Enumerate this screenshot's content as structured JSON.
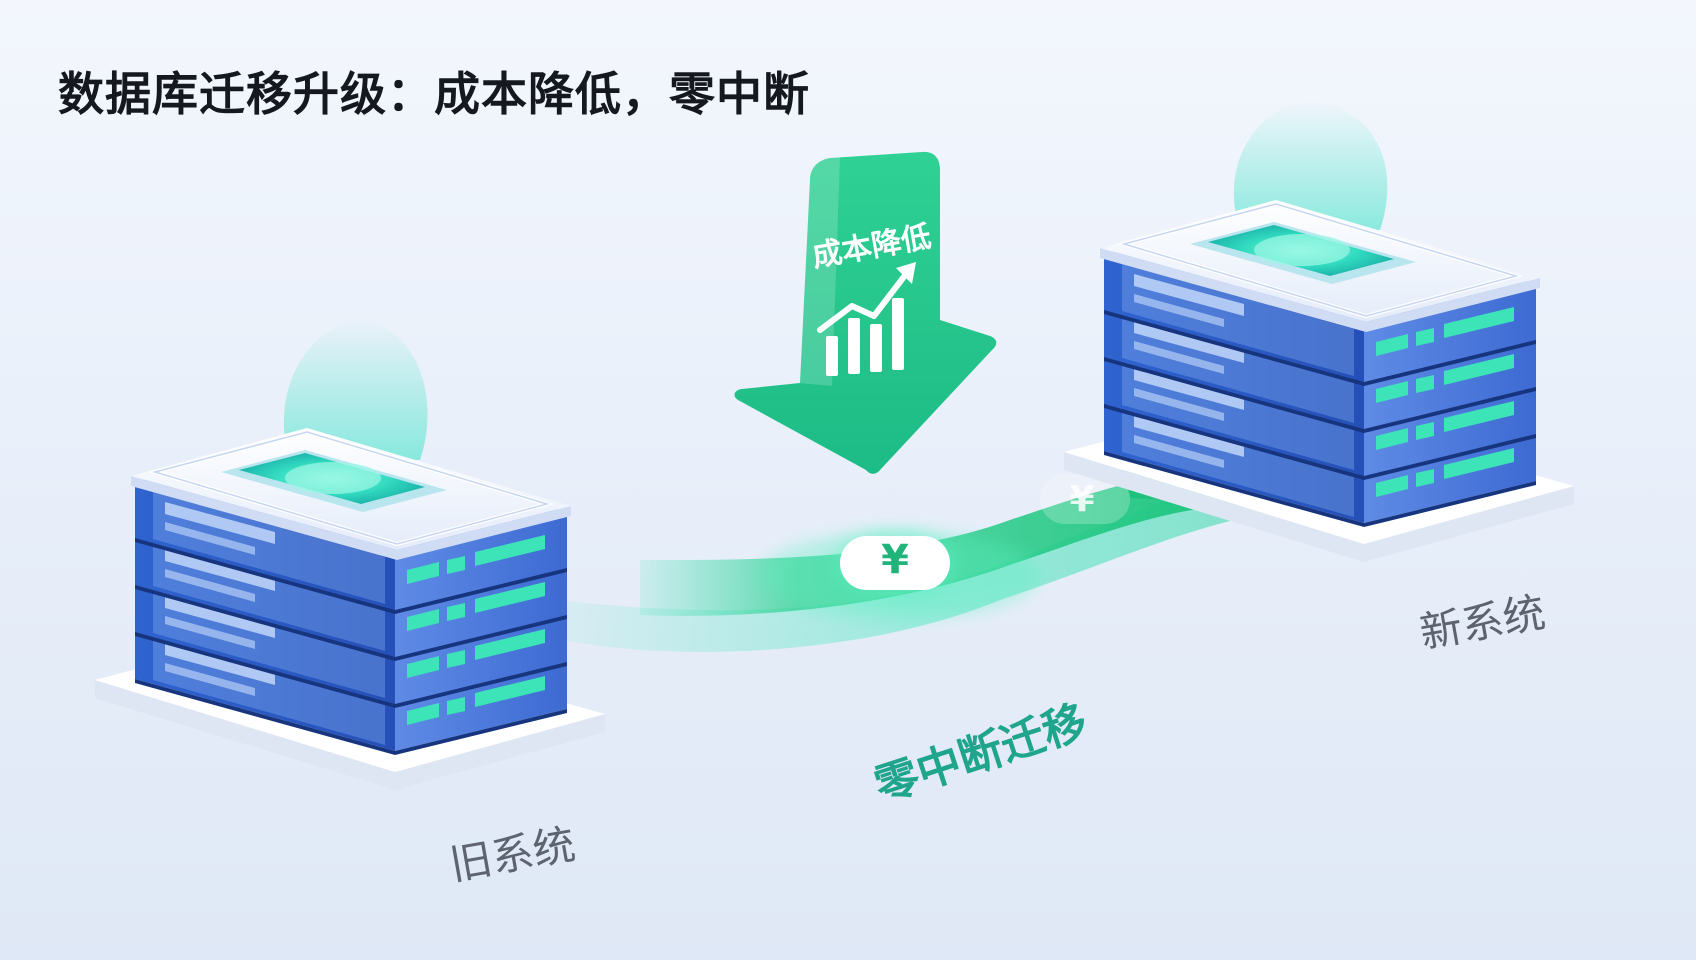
{
  "title": "数据库迁移升级：成本降低，零中断",
  "old_system": {
    "label": "旧系统"
  },
  "new_system": {
    "label": "新系统"
  },
  "migration": {
    "label": "零中断迁移",
    "currency_symbol": "¥"
  },
  "cost_arrow": {
    "label": "成本降低"
  },
  "icons": [
    "server-stack-icon",
    "down-arrow-icon",
    "bar-chart-icon",
    "trend-arrow-icon",
    "yen-coin-icon"
  ],
  "colors": {
    "server_blue": "#2a5cc4",
    "server_dark": "#1e3f96",
    "accent_green": "#22c58e",
    "glow_cyan": "#35e2c0",
    "label_grey": "#5d6470",
    "migration_text": "#1fa58c"
  }
}
